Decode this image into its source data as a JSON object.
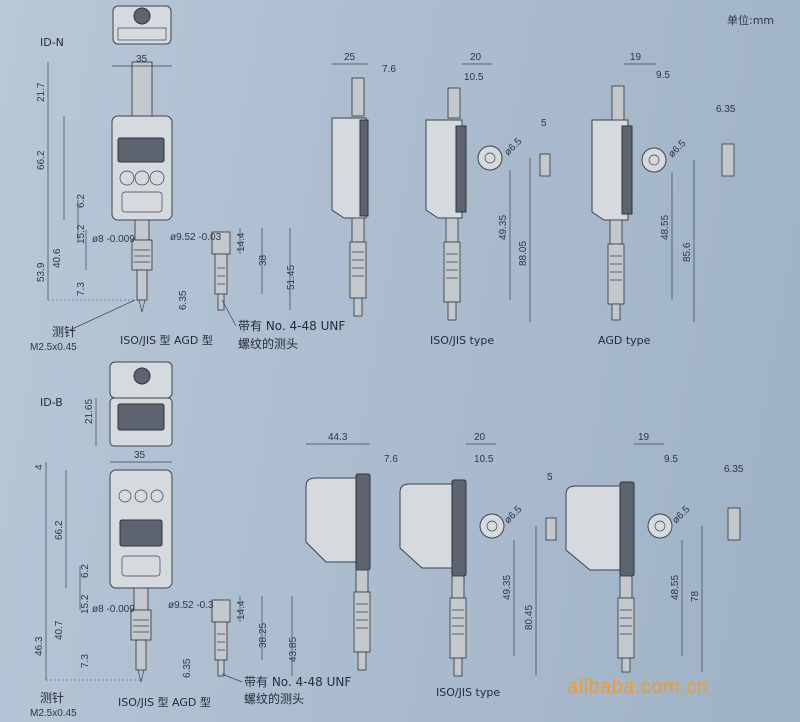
{
  "header": {
    "unit": "单位:mm"
  },
  "models": {
    "top": "ID-N",
    "bottom": "ID-B"
  },
  "labels": {
    "probe": "测针",
    "thread": "M2.5x0.45",
    "iso_agd_top": "ISO/JIS 型 AGD 型",
    "iso_agd_bottom": "ISO/JIS 型 AGD 型",
    "unf_line1": "带有 No. 4-48 UNF",
    "unf_line2": "螺纹的测头",
    "unf_line1_b": "带有 No. 4-48 UNF",
    "unf_line2_b": "螺纹的测头",
    "iso_type_top": "ISO/JIS type",
    "agd_type_top": "AGD type",
    "iso_type_bottom": "ISO/JIS type"
  },
  "dims_top": {
    "w35": "35",
    "h217": "21.7",
    "h662": "66.2",
    "h62": "6.2",
    "h152": "15.2",
    "h406": "40.6",
    "h539": "53.9",
    "h73": "7.3",
    "d8": "ø8 -0.009",
    "d952": "ø9.52 -0.03",
    "h144": "14.4",
    "h38": "38",
    "h5145": "51.45",
    "h635": "6.35",
    "w25": "25",
    "w76": "7.6",
    "w20": "20",
    "w105": "10.5",
    "d65": "ø6.5",
    "w5": "5",
    "h4935": "49.35",
    "h8805": "88.05",
    "w19": "19",
    "w95": "9.5",
    "d65b": "ø6.5",
    "w635": "6.35",
    "h4855": "48.55",
    "h856": "85.6"
  },
  "dims_bottom": {
    "w35": "35",
    "h4": "4",
    "h2165": "21.65",
    "h662": "66.2",
    "h62": "6.2",
    "h152": "15.2",
    "h407": "40.7",
    "h463": "46.3",
    "h73": "7.3",
    "d8": "ø8 -0.009",
    "d952": "ø9.52 -0.3",
    "h144": "14.4",
    "h3825": "38.25",
    "h4385": "43.85",
    "h635": "6.35",
    "w443": "44.3",
    "w76": "7.6",
    "w20": "20",
    "w105": "10.5",
    "d65": "ø6.5",
    "w5": "5",
    "h4935": "49.35",
    "h8045": "80.45",
    "w19": "19",
    "w95": "9.5",
    "d65b": "ø6.5",
    "w635": "6.35",
    "h4855": "48.55",
    "h78": "78"
  },
  "watermark": "alibaba.com.cn",
  "colors": {
    "watermark": "#f29a2e",
    "paper": "#aebfd0"
  }
}
